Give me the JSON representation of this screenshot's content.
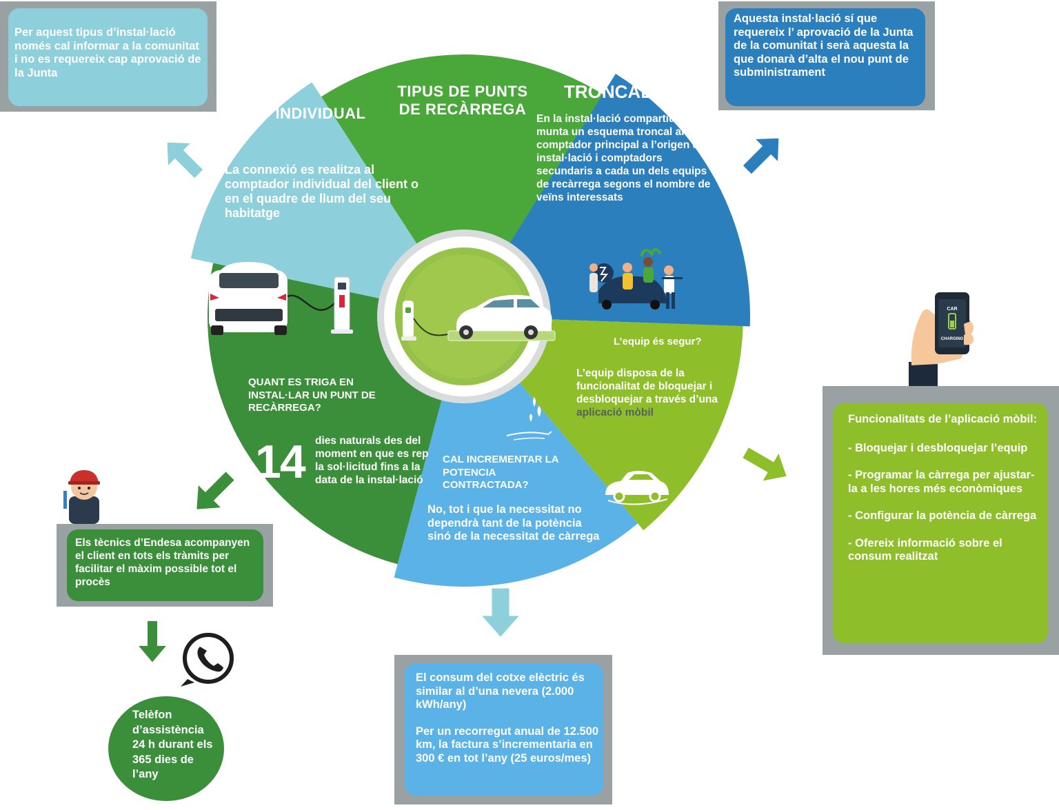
{
  "center": {
    "title": "TIPUS DE PUNTS DE RECÀRREGA"
  },
  "individual": {
    "title": "INDIVIDUAL",
    "text": "La connexió es realitza al comptador individual del client o en el quadre de llum del seu habitatge",
    "note": "Per aquest tipus d’instal·lació només cal informar a la comunitat i no es requereix cap aprovació de la Junta"
  },
  "troncal": {
    "title": "TRONCAL",
    "text": "En la instal·lació compartida es munta un esquema troncal amb un comptador principal a l’origen de la instal·lació i comptadors secundaris a cada un dels equips de recàrrega segons el nombre de veïns interessats",
    "note": "Aquesta instal·lació sí que requereix l’ aprovació de la Junta de la comunitat i serà aquesta la que donarà d’alta el nou punt de subministrament"
  },
  "safety": {
    "question": "L’equip és segur?",
    "text_prefix": "L’equip disposa de la funcionalitat de bloquejar i desbloquejar a través d’una",
    "text_link": "aplicació mòbil"
  },
  "app_panel": {
    "title": "Funcionalitats de l’aplicació mòbil:",
    "items": [
      "- Bloquejar i desbloquejar l’equip",
      "- Programar la càrrega per ajustar-la a les hores més econòmiques",
      "- Configurar la potència de càrrega",
      "- Ofereix informació sobre el consum realitzat"
    ],
    "phone_line1": "CAR",
    "phone_line2": "CHARGING"
  },
  "power": {
    "question": "CAL INCREMENTAR LA POTENCIA CONTRACTADA?",
    "answer": "No, tot i que la necessitat no dependrà tant de la potència sinó de la necessitat de càrrega",
    "note": "El consum del cotxe elèctric és similar al d’una nevera (2.000 kWh/any)",
    "note2": "Per un recorregut anual de 12.500 km, la factura s’incrementaria en 300 € en tot l’any (25 euros/mes)"
  },
  "time": {
    "question": "QUANT ES TRIGA EN INSTAL·LAR UN PUNT DE RECÀRREGA?",
    "number": "14",
    "text": "dies naturals des del moment en que es rep la sol·licitud fins a la data de la instal·lació",
    "note": "Els tècnics d’Endesa acompanyen el client en tots els tràmits per facilitar el màxim possible tot el procès",
    "phone_text": "Telèfon d’assistència 24 h durant els 365 dies de l’any"
  },
  "colors": {
    "light_blue": "#8ecfdc",
    "dark_blue": "#2c7fbd",
    "green": "#4aa83a",
    "dark_green": "#3b8e3a",
    "lime": "#8fbe2b",
    "sky": "#5bb2e6"
  }
}
